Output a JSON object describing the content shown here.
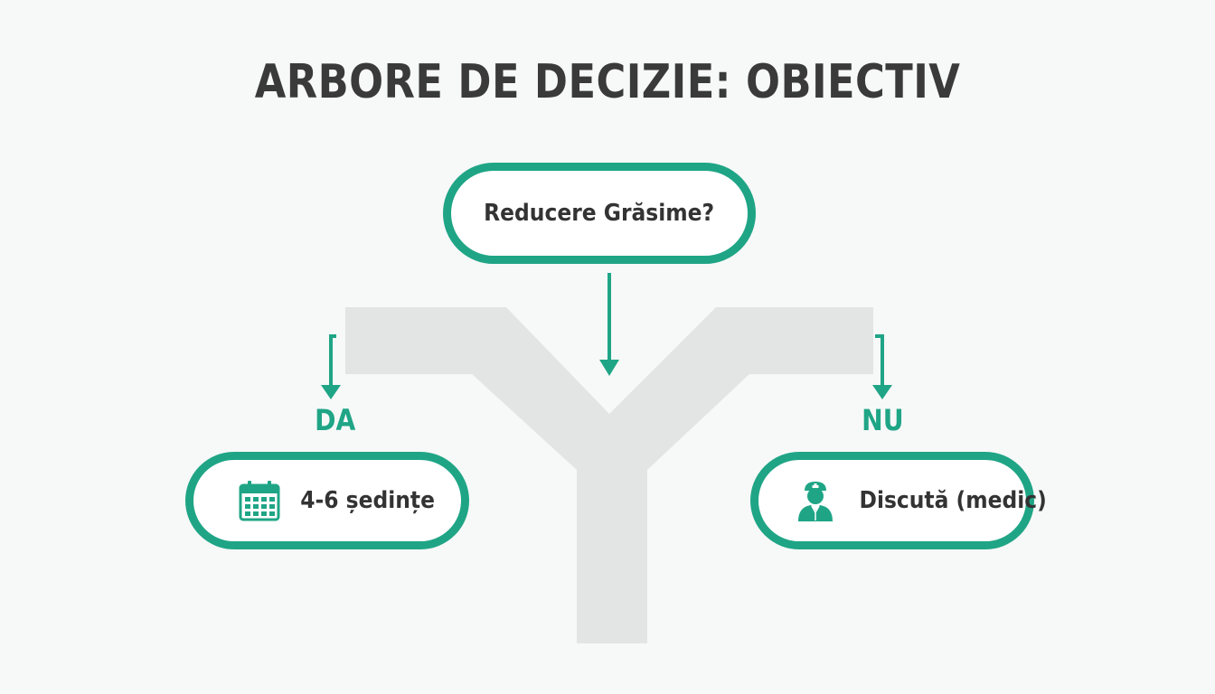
{
  "title": "ARBORE DE DECIZIE: OBIECTIV",
  "question": {
    "label": "Reducere Grăsime?"
  },
  "branches": {
    "yes": {
      "label": "DA",
      "outcome": "4-6 ședințe",
      "icon": "calendar-icon"
    },
    "no": {
      "label": "NU",
      "outcome": "Discută (medic)",
      "icon": "doctor-icon"
    }
  },
  "colors": {
    "accent": "#1fa586",
    "trunk": "#e3e4e4",
    "text": "#333333",
    "title": "#3a3a3a"
  }
}
